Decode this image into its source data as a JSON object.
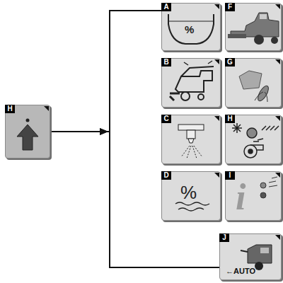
{
  "diagram": {
    "nodes": [
      {
        "text": [
          "H"
        ]
      },
      {
        "text": [
          "A",
          "%"
        ]
      },
      {
        "text": [
          "B"
        ]
      },
      {
        "text": [
          "C"
        ]
      },
      {
        "text": [
          "D",
          "%"
        ]
      },
      {
        "text": [
          "F"
        ]
      },
      {
        "text": [
          "G"
        ]
      },
      {
        "text": [
          "H"
        ]
      },
      {
        "text": [
          "I",
          "i"
        ]
      },
      {
        "text": [
          "J",
          "←AUTO"
        ]
      }
    ],
    "edges": [
      {
        "from": 0,
        "to": 1,
        "arrow": "to"
      },
      {
        "from": 0,
        "to": 9,
        "arrow": "to"
      }
    ]
  }
}
